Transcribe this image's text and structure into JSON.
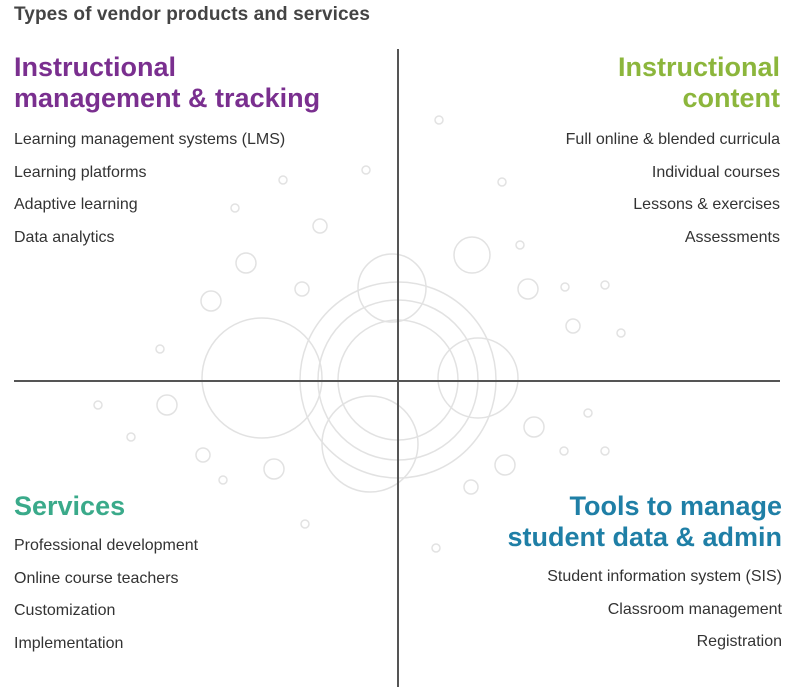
{
  "title": "Types of vendor products and services",
  "colors": {
    "purple": "#7a2f8f",
    "green": "#8cb63c",
    "teal": "#3aaa8a",
    "blue": "#1f7fa6",
    "axis": "#555555",
    "circles": "#dddddd"
  },
  "quadrants": {
    "top_left": {
      "heading_lines": [
        "Instructional",
        "management & tracking"
      ],
      "items": [
        "Learning management systems (LMS)",
        "Learning platforms",
        "Adaptive learning",
        "Data analytics"
      ]
    },
    "top_right": {
      "heading_lines": [
        "Instructional",
        "content"
      ],
      "items": [
        "Full online & blended curricula",
        "Individual courses",
        "Lessons & exercises",
        "Assessments"
      ]
    },
    "bottom_left": {
      "heading_lines": [
        "Services"
      ],
      "items": [
        "Professional development",
        "Online course teachers",
        "Customization",
        "Implementation"
      ]
    },
    "bottom_right": {
      "heading_lines": [
        "Tools to manage",
        "student data & admin"
      ],
      "items": [
        "Student information system (SIS)",
        "Classroom management",
        "Registration"
      ]
    }
  }
}
